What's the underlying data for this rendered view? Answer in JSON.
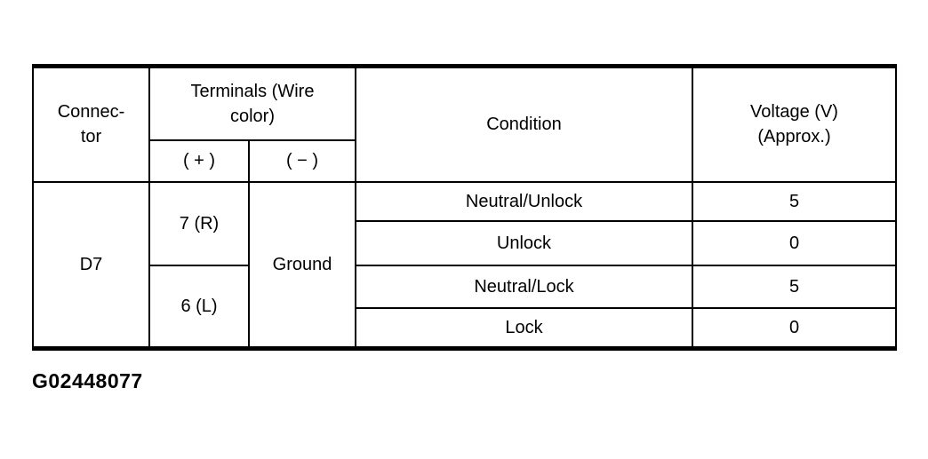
{
  "page": {
    "background": "#ffffff",
    "text_color": "#000000",
    "border_color": "#000000"
  },
  "figure_label": "G02448077",
  "table": {
    "headers": {
      "connector_lines": [
        "Connec-",
        "tor"
      ],
      "terminals_lines": [
        "Terminals (Wire",
        "color)"
      ],
      "plus": "( + )",
      "minus": "( − )",
      "condition": "Condition",
      "voltage_lines": [
        "Voltage (V)",
        "(Approx.)"
      ]
    },
    "connector": "D7",
    "terminal_minus": "Ground",
    "terminal_plus_groups": [
      {
        "label": "7 (R)"
      },
      {
        "label": "6 (L)"
      }
    ],
    "rows": [
      {
        "condition": "Neutral/Unlock",
        "voltage": "5"
      },
      {
        "condition": "Unlock",
        "voltage": "0"
      },
      {
        "condition": "Neutral/Lock",
        "voltage": "5"
      },
      {
        "condition": "Lock",
        "voltage": "0"
      }
    ]
  }
}
